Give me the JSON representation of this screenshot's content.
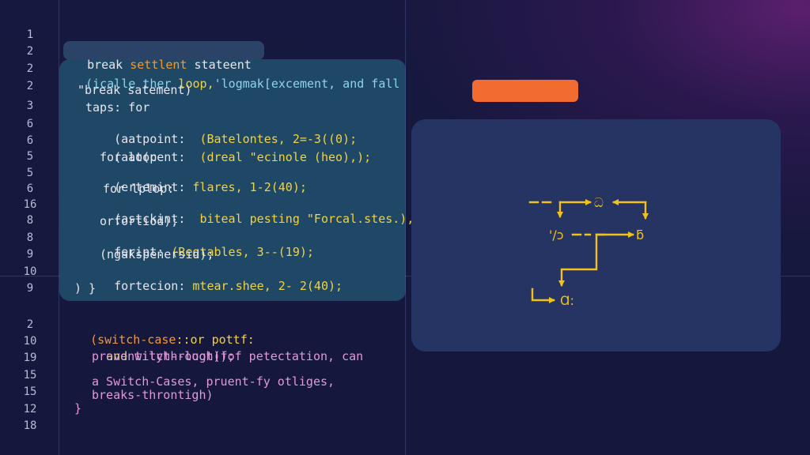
{
  "colors": {
    "background": "#16183f",
    "code_card": "#1f4766",
    "diagram_card": "#253463",
    "accent_orange": "#f26b30",
    "arrow_yellow": "#f2c21b"
  },
  "line_numbers": [
    "1",
    "2",
    "2",
    "2",
    "3",
    "6",
    "6",
    "5",
    "5",
    "6",
    "16",
    "8",
    "8",
    "9",
    "10",
    "9",
    "2",
    "10",
    "19",
    "15",
    "15",
    "12",
    "18"
  ],
  "code_block": {
    "title": {
      "word": "break ",
      "emph": "settlent",
      "rest": " stateent"
    },
    "line1": {
      "a": "(icalle ther ",
      "b": "loop,",
      "c": "'logmak[excement, and fall"
    },
    "line2": "\"break satement)",
    "line3": "taps: for",
    "line4": {
      "a": "(aatpoint:  ",
      "b": "(Batelontes, 2=-3((0);"
    },
    "line5": {
      "a": "(aat(cent:  ",
      "b": "(dreal \"ecinole (heo),);"
    },
    "line6": "for loop",
    "line7": {
      "a": "(ertemint: ",
      "b": "flares, 1-2(40);"
    },
    "line8": "for lplop:",
    "line9": {
      "a": "(astckint:  ",
      "b": "biteal pesting \"Forcal.stes.),"
    },
    "line10": "orfortiod);",
    "line11": {
      "a": "feript: ",
      "b": "(Regtables, 3--(19);"
    },
    "line12": "(ngakspenersid);",
    "line13": {
      "a": "fortecion: ",
      "b": "mtear.shee, 2- 2(40);"
    },
    "line14": ") }"
  },
  "switch_block": {
    "head": {
      "a": "(switch-case",
      "b": "::or pottf:"
    },
    "l1": {
      "a": "and ",
      "b": "witch--loot(fof petectation, can"
    },
    "l2": "preventilythrough));",
    "l3": "a Switch-Cases, pruent-fy otliges,",
    "l4": "breaks-throntigh)",
    "close": "}"
  },
  "diagram": {
    "node_top": "ධ",
    "node_mid_left": "'/ɔ",
    "node_mid_right": "ƃ",
    "node_bottom": "Ɑ:"
  }
}
